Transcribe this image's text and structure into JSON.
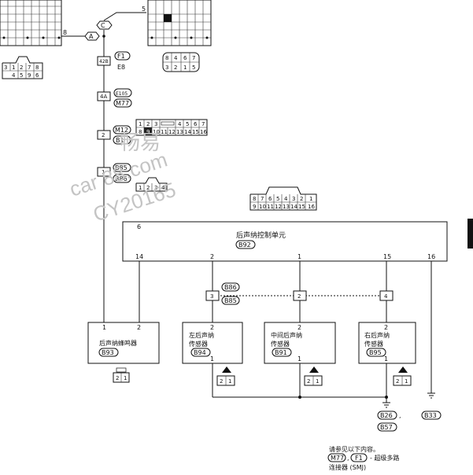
{
  "connectors": {
    "C": "C",
    "A": "A",
    "pin_5": "5",
    "pin_8": "8"
  },
  "connector_grid_left": [
    "3",
    "1",
    "2",
    "7",
    "8",
    "4",
    "5",
    "9",
    "6"
  ],
  "connector_grid_right": [
    "8",
    "4",
    "6",
    "7",
    "3",
    "2",
    "1",
    "5"
  ],
  "harness_connectors": [
    {
      "num": "42B",
      "codes": [
        "F1",
        "E8"
      ]
    },
    {
      "num": "4A",
      "codes": [
        "E105",
        "M77"
      ]
    },
    {
      "num": "2",
      "codes": [
        "M12",
        "B1"
      ]
    },
    {
      "num": "1",
      "codes": [
        "B85",
        "B86"
      ]
    }
  ],
  "m12_pins": {
    "row1": [
      "1",
      "2",
      "3",
      "",
      "4",
      "5",
      "6",
      "7"
    ],
    "row2": [
      "8",
      "9",
      "10",
      "11",
      "12",
      "13",
      "14",
      "15",
      "16"
    ]
  },
  "b86_pins": [
    "1",
    "2",
    "3",
    "4"
  ],
  "b92_pins": {
    "row1": [
      "8",
      "7",
      "6",
      "5",
      "4",
      "3",
      "2",
      "1"
    ],
    "row2": [
      "9",
      "10",
      "11",
      "12",
      "13",
      "14",
      "15",
      "16"
    ]
  },
  "control_unit": {
    "name": "后声纳控制单元",
    "code": "B92",
    "pin_6": "6",
    "pins": [
      "14",
      "2",
      "1",
      "15",
      "16"
    ]
  },
  "joint_connectors": {
    "codes": [
      "B86",
      "B85"
    ],
    "j1": "3",
    "j2": "2",
    "j3": "4"
  },
  "components": [
    {
      "name_line1": "后声纳蜂鸣器",
      "name_line2": "",
      "code": "B93",
      "pin_left": "1",
      "pin_right": "2"
    },
    {
      "name_line1": "左后声纳",
      "name_line2": "传感器",
      "code": "B94",
      "pin_top": "2",
      "pin_bottom": "1"
    },
    {
      "name_line1": "中间后声纳",
      "name_line2": "传感器",
      "code": "B91",
      "pin_top": "2",
      "pin_bottom": "1"
    },
    {
      "name_line1": "右后声纳",
      "name_line2": "传感器",
      "code": "B95",
      "pin_top": "2",
      "pin_bottom": "1"
    }
  ],
  "small_connector_pins": [
    "2",
    "1"
  ],
  "grounds": [
    "B26",
    "B57",
    "B33"
  ],
  "ground_sep": ",",
  "watermark": {
    "line1": "畅易",
    "line2": "car 88.com",
    "line3": "CY20165"
  },
  "notes": {
    "line1": "请参见以下内容。",
    "m77": "M77",
    "f1": "F1",
    "sep": ",",
    "desc": "- 超级多路",
    "line3": "连接器 (SMJ)"
  }
}
